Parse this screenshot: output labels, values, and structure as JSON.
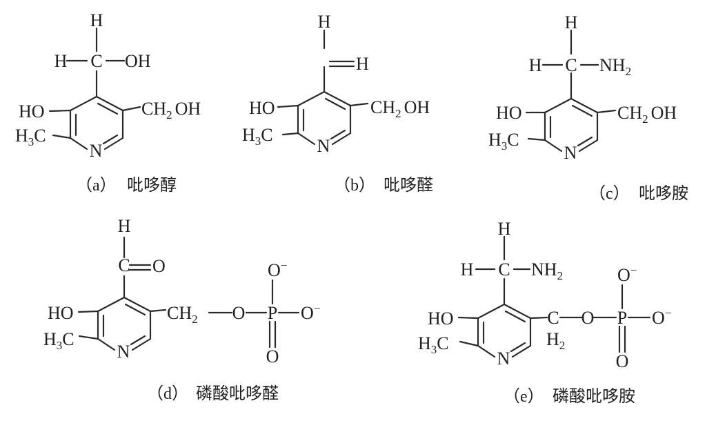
{
  "structures": [
    {
      "caption": {
        "label": "（a）",
        "name": "吡哆醇"
      },
      "atoms": {
        "top_h": "H",
        "left_h": "H",
        "oh_top": "OH",
        "ring_oh": "HO",
        "ch2oh": "CH",
        "ch2oh_sub": "2",
        "ch2oh_end": "OH",
        "methyl": "H",
        "methyl_sub": "3",
        "methyl_c": "C",
        "ring_n": "N"
      }
    },
    {
      "caption": {
        "label": "（b）",
        "name": "吡哆醛"
      },
      "atoms": {
        "top_h": "H",
        "right_h": "H",
        "ring_oh": "HO",
        "ch2oh": "CH",
        "ch2oh_sub": "2",
        "ch2oh_end": "OH",
        "methyl": "H",
        "methyl_sub": "3",
        "methyl_c": "C",
        "ring_n": "N"
      }
    },
    {
      "caption": {
        "label": "（c）",
        "name": "吡哆胺"
      },
      "atoms": {
        "top_h": "H",
        "left_h": "H",
        "nh2": "NH",
        "nh2_sub": "2",
        "ring_oh": "HO",
        "ch2oh": "CH",
        "ch2oh_sub": "2",
        "ch2oh_end": "OH",
        "methyl": "H",
        "methyl_sub": "3",
        "methyl_c": "C",
        "ring_n": "N"
      }
    },
    {
      "caption": {
        "label": "（d）",
        "name": "磷酸吡哆醛"
      },
      "atoms": {
        "top_h": "H",
        "carbonyl_o": "O",
        "ring_oh": "HO",
        "ch2": "CH",
        "ch2_sub": "2",
        "o_link": "O",
        "p": "P",
        "o_top": "O",
        "o_top_charge": "−",
        "o_right": "O",
        "o_right_charge": "−",
        "o_bottom": "O",
        "methyl": "H",
        "methyl_sub": "3",
        "methyl_c": "C",
        "ring_n": "N"
      }
    },
    {
      "caption": {
        "label": "（e）",
        "name": "磷酸吡哆胺"
      },
      "atoms": {
        "top_h": "H",
        "left_h": "H",
        "nh2": "NH",
        "nh2_sub": "2",
        "ring_oh": "HO",
        "c": "C",
        "h2": "H",
        "h2_sub": "2",
        "o_link": "O",
        "p": "P",
        "o_top": "O",
        "o_top_charge": "−",
        "o_right": "O",
        "o_right_charge": "−",
        "o_bottom": "O",
        "methyl": "H",
        "methyl_sub": "3",
        "methyl_c": "C",
        "ring_n": "N"
      }
    }
  ]
}
